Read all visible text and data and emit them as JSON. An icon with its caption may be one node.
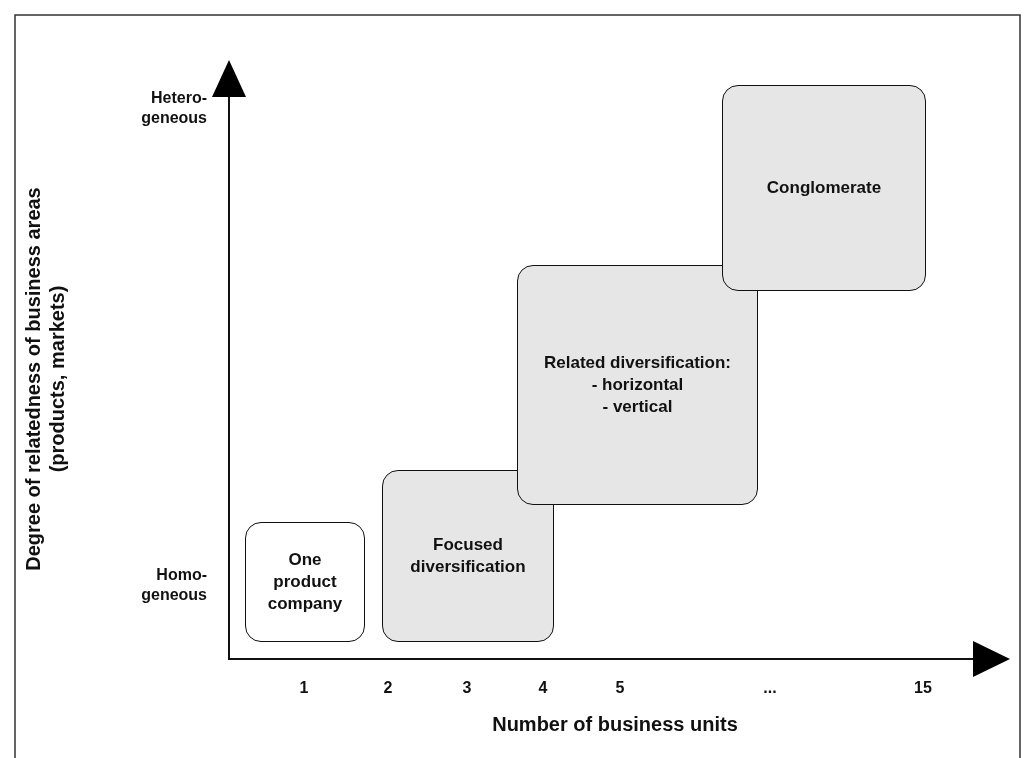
{
  "diagram": {
    "nodes": [
      {
        "text": [
          "One product company"
        ]
      },
      {
        "text": [
          "Focused diversification"
        ]
      },
      {
        "text": [
          "Related diversification:",
          "- horizontal",
          "- vertical"
        ]
      },
      {
        "text": [
          "Conglomerate"
        ]
      }
    ],
    "edges": [],
    "labels": [
      "Degree of relatedness of business areas (products, markets)",
      "Hetero-geneous",
      "Homo-geneous",
      "1",
      "2",
      "3",
      "4",
      "5",
      "...",
      "15",
      "Number of business units"
    ]
  }
}
